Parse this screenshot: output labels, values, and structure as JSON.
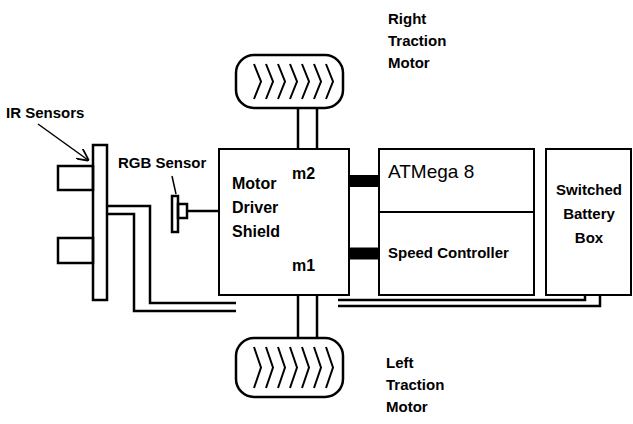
{
  "diagram": {
    "nodes": [
      {
        "text": [
          "Motor Driver Shield",
          "m2",
          "m1"
        ]
      },
      {
        "text": [
          "ATMega 8"
        ]
      },
      {
        "text": [
          "Speed Controller"
        ]
      },
      {
        "text": [
          "Switched Battery Box"
        ]
      }
    ],
    "edges": [
      {
        "from": 0,
        "to": 1,
        "arrow": "none"
      },
      {
        "from": 0,
        "to": 2,
        "arrow": "none"
      }
    ],
    "labels": [
      "Right Traction Motor",
      "IR Sensors",
      "RGB Sensor",
      "Left Traction Motor"
    ]
  }
}
